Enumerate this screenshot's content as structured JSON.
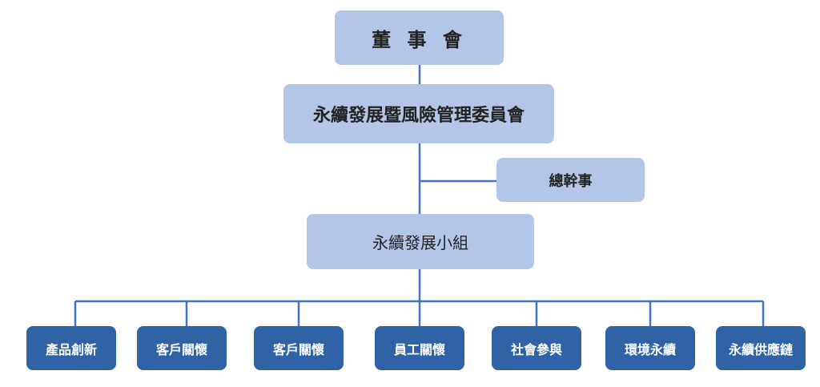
{
  "org_chart": {
    "board": "董 事 會",
    "committee": "永續發展暨風險管理委員會",
    "secretary": "總幹事",
    "team": "永續發展小組",
    "groups": [
      "產品創新",
      "客戶關懷",
      "客戶關懷",
      "員工關懷",
      "社會參與",
      "環境永續",
      "永續供應鏈"
    ]
  },
  "colors": {
    "light_box": "#b4c6e7",
    "dark_box": "#2f63a6",
    "connector": "#4472c4"
  }
}
